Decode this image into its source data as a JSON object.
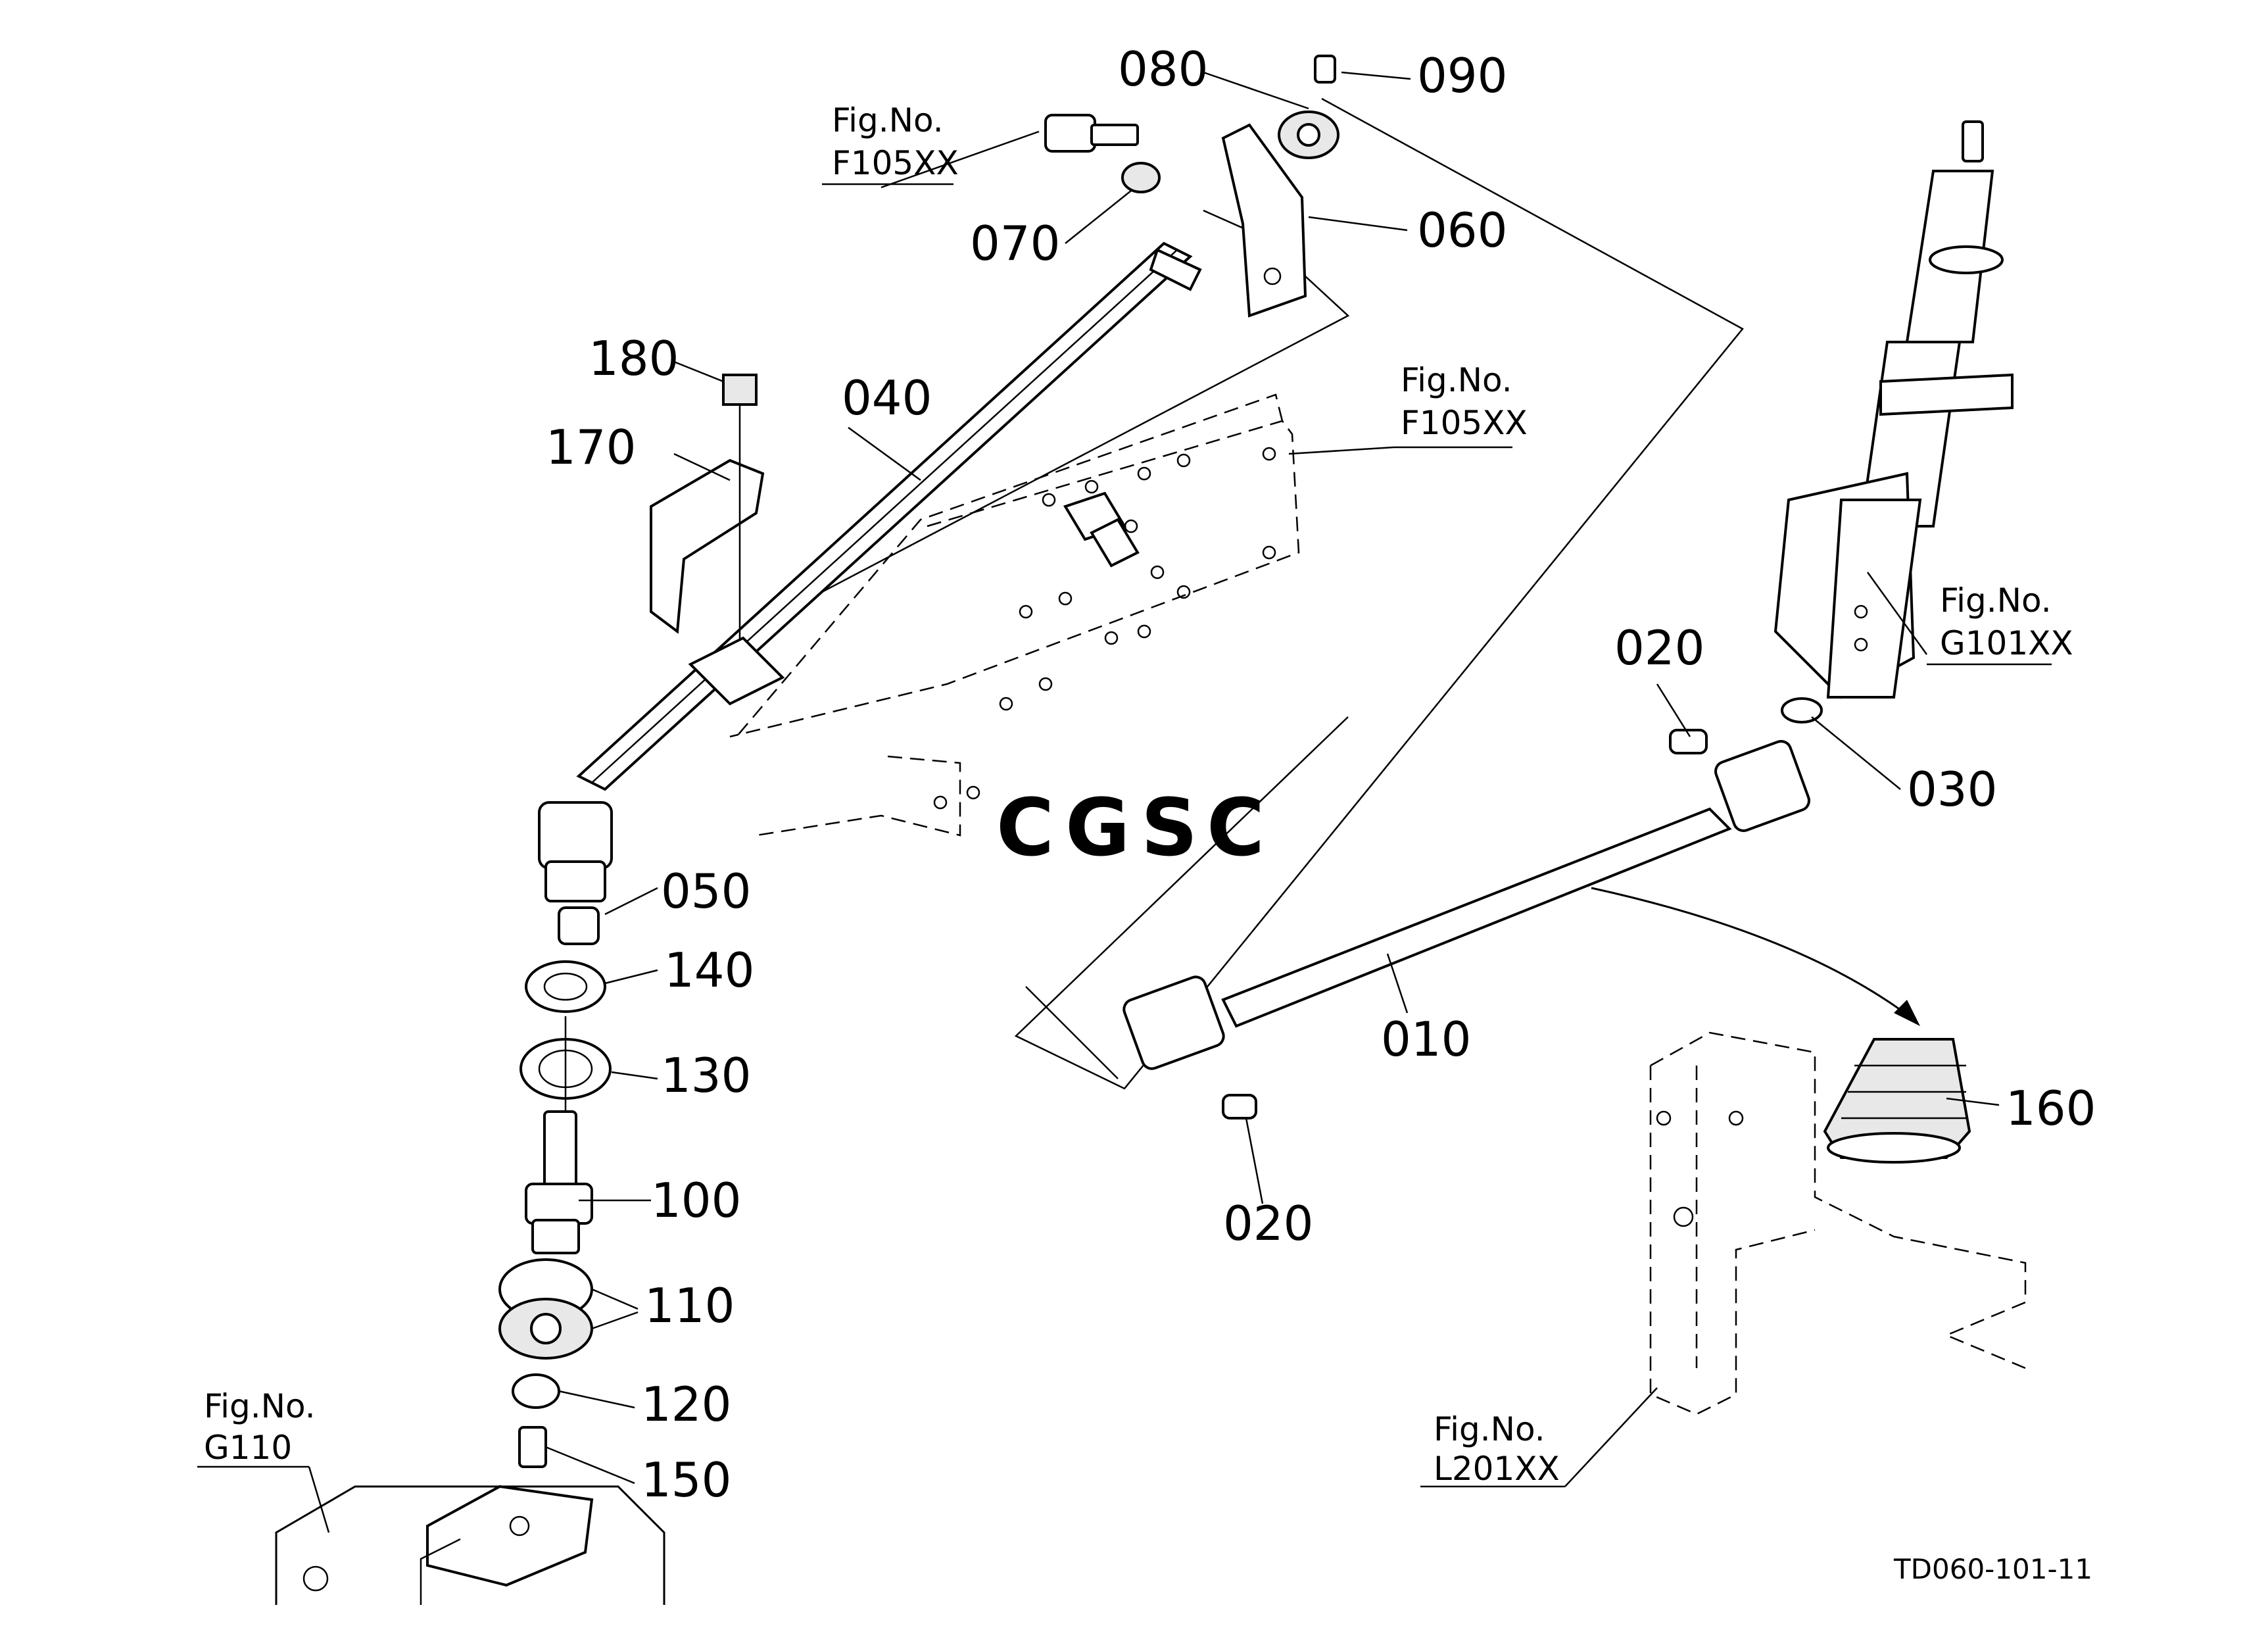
{
  "diagram": {
    "drawing_code": "TD060-101-11",
    "watermark": {
      "letters": [
        "C",
        "G",
        "S",
        "C"
      ],
      "colors": [
        "#6fa2ee",
        "#ee8b86",
        "#f2c24f",
        "#7cc796"
      ]
    },
    "part_labels": [
      {
        "id": "p080",
        "text": "080"
      },
      {
        "id": "p090",
        "text": "090"
      },
      {
        "id": "p070",
        "text": "070"
      },
      {
        "id": "p060",
        "text": "060"
      },
      {
        "id": "p180",
        "text": "180"
      },
      {
        "id": "p040",
        "text": "040"
      },
      {
        "id": "p170",
        "text": "170"
      },
      {
        "id": "p050",
        "text": "050"
      },
      {
        "id": "p140",
        "text": "140"
      },
      {
        "id": "p130",
        "text": "130"
      },
      {
        "id": "p100",
        "text": "100"
      },
      {
        "id": "p110",
        "text": "110"
      },
      {
        "id": "p120",
        "text": "120"
      },
      {
        "id": "p150",
        "text": "150"
      },
      {
        "id": "p020a",
        "text": "020"
      },
      {
        "id": "p030",
        "text": "030"
      },
      {
        "id": "p010",
        "text": "010"
      },
      {
        "id": "p020b",
        "text": "020"
      },
      {
        "id": "p160",
        "text": "160"
      }
    ],
    "figure_refs": [
      {
        "id": "ref1",
        "title": "Fig.No.",
        "code": "F105XX"
      },
      {
        "id": "ref2",
        "title": "Fig.No.",
        "code": "F105XX"
      },
      {
        "id": "ref3",
        "title": "Fig.No.",
        "code": "G101XX"
      },
      {
        "id": "ref4",
        "title": "Fig.No.",
        "code": "G110"
      },
      {
        "id": "ref5",
        "title": "Fig.No.",
        "code": "L201XX"
      }
    ]
  }
}
